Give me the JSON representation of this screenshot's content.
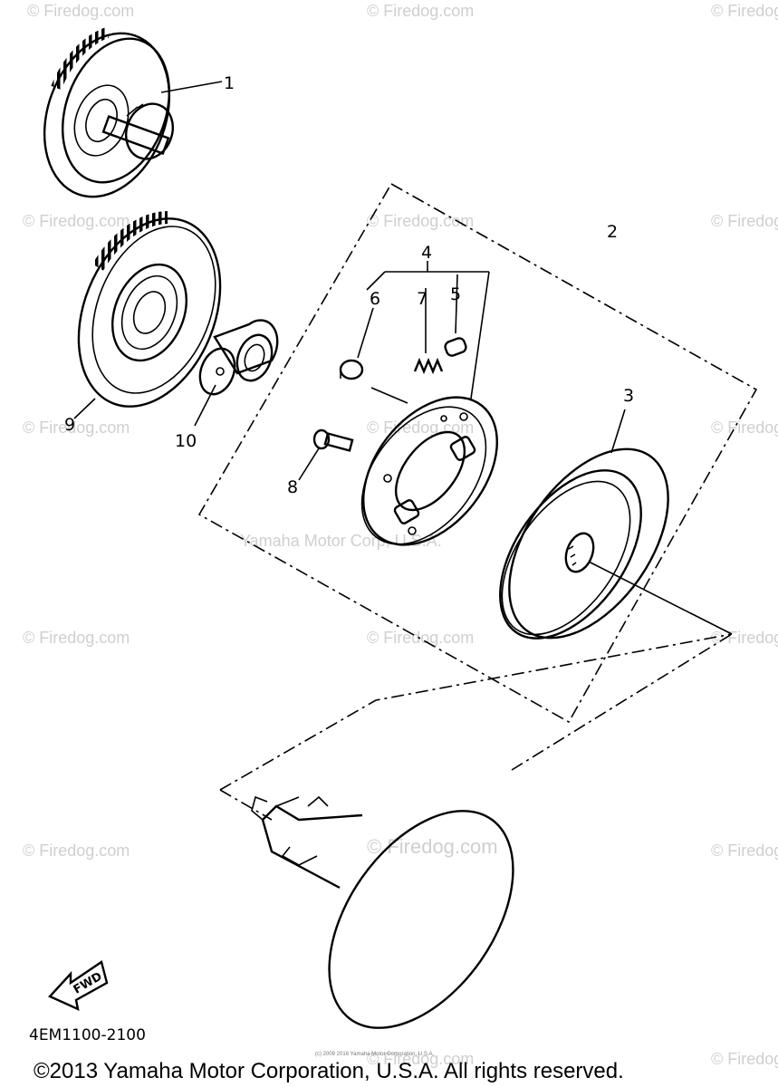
{
  "watermarks": {
    "firedog": "© Firedog.com",
    "firedog_center": "© Firedog.com",
    "yamaha": "Yamaha Motor Corp, U.S.A."
  },
  "callouts": {
    "c1": "1",
    "c2": "2",
    "c3": "3",
    "c4": "4",
    "c5": "5",
    "c6": "6",
    "c7": "7",
    "c8": "8",
    "c9": "9",
    "c10": "10"
  },
  "fwd_label": "FWD",
  "diagram_code": "4EM1100-2100",
  "fine_print": "(c) 2009 2016 Yamaha Motor Corporation, U.S.A.",
  "copyright": "©2013 Yamaha Motor Corporation, U.S.A. All rights reserved."
}
